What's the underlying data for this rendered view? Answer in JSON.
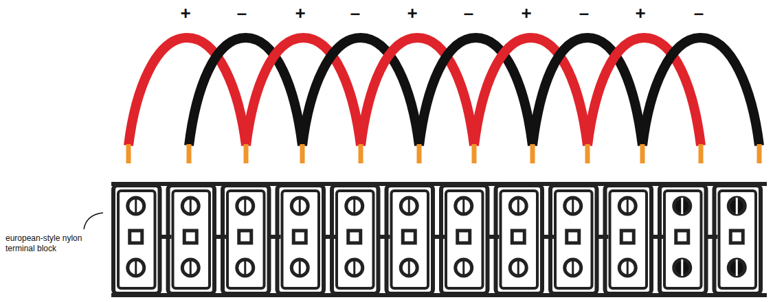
{
  "diagram": {
    "labels": [
      "+",
      "–",
      "+",
      "–",
      "+",
      "–",
      "+",
      "–",
      "+",
      "–",
      "european-style nylon terminal block"
    ]
  }
}
